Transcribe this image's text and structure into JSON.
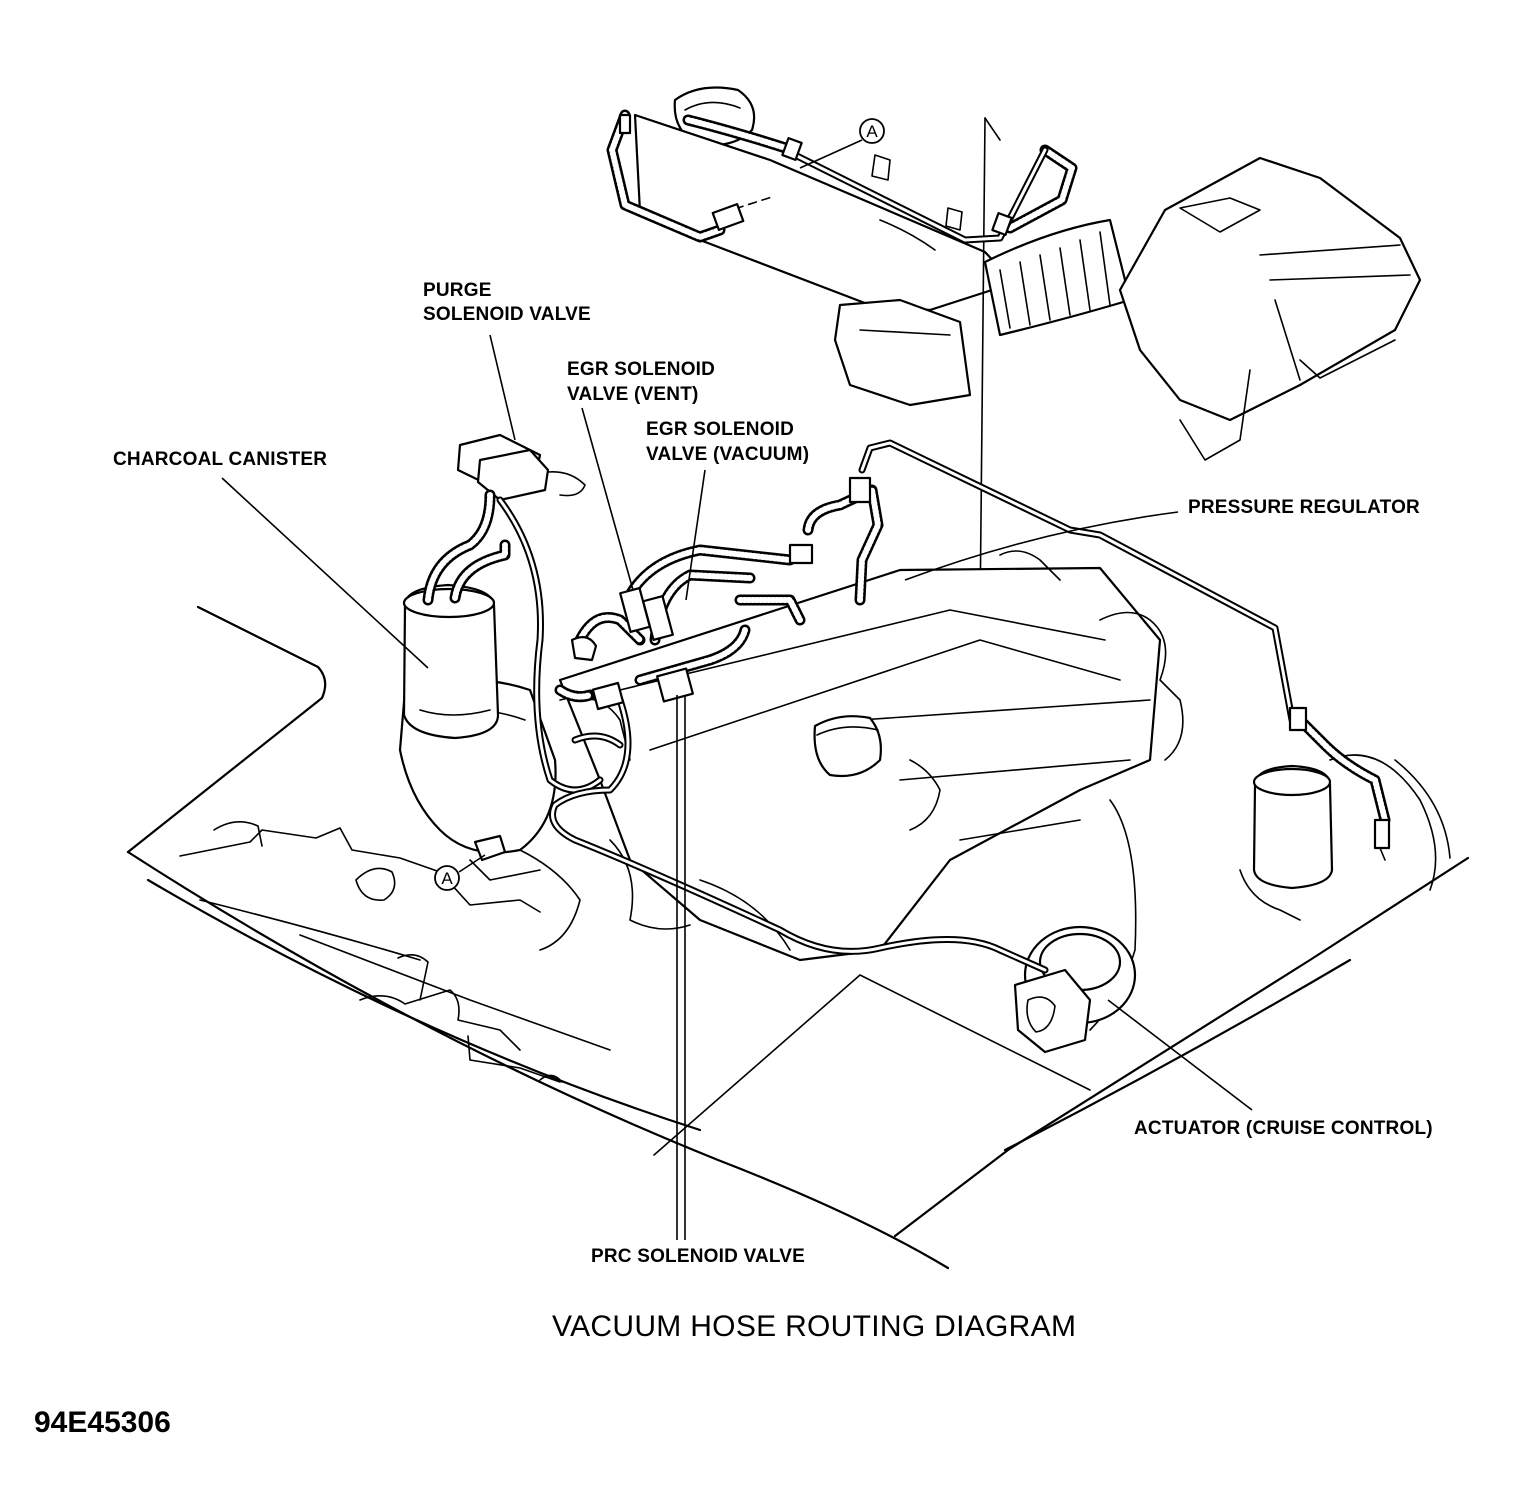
{
  "labels": {
    "purge_line1": "PURGE",
    "purge_line2": "SOLENOID VALVE",
    "egr_vent_line1": "EGR SOLENOID",
    "egr_vent_line2": "VALVE (VENT)",
    "egr_vac_line1": "EGR SOLENOID",
    "egr_vac_line2": "VALVE (VACUUM)",
    "charcoal": "CHARCOAL CANISTER",
    "pressure_regulator": "PRESSURE REGULATOR",
    "actuator": "ACTUATOR (CRUISE CONTROL)",
    "prc": "PRC SOLENOID VALVE",
    "marker_a": "A"
  },
  "caption": "VACUUM HOSE ROUTING DIAGRAM",
  "figure_code": "94E45306"
}
